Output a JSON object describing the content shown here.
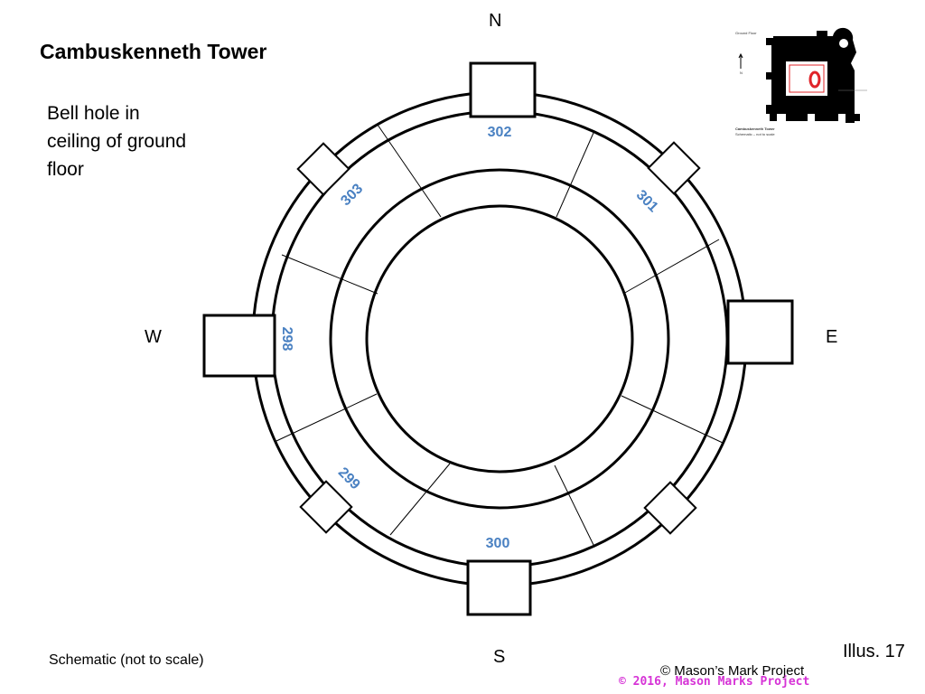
{
  "title": "Cambuskenneth Tower",
  "subtitle": "Bell hole in ceiling of ground floor",
  "compass": {
    "n": "N",
    "e": "E",
    "s": "S",
    "w": "W"
  },
  "marks": [
    {
      "id": "mark-302",
      "label": "302"
    },
    {
      "id": "mark-301",
      "label": "301"
    },
    {
      "id": "mark-303",
      "label": "303"
    },
    {
      "id": "mark-298",
      "label": "298"
    },
    {
      "id": "mark-299",
      "label": "299"
    },
    {
      "id": "mark-300",
      "label": "300"
    }
  ],
  "inset_plan": {
    "header": "Ground Floor",
    "caption": "Cambuskenneth Tower",
    "sub_caption": "Schematic – not to scale"
  },
  "footer": {
    "note": "Schematic (not to scale)",
    "illus": "Illus. 17",
    "credit": "© Mason’s Mark Project",
    "watermark": "© 2016, Mason Marks Project"
  },
  "colors": {
    "mark_label": "#4a81c2",
    "watermark": "#d633d6",
    "plan_highlight": "#e0242a"
  }
}
